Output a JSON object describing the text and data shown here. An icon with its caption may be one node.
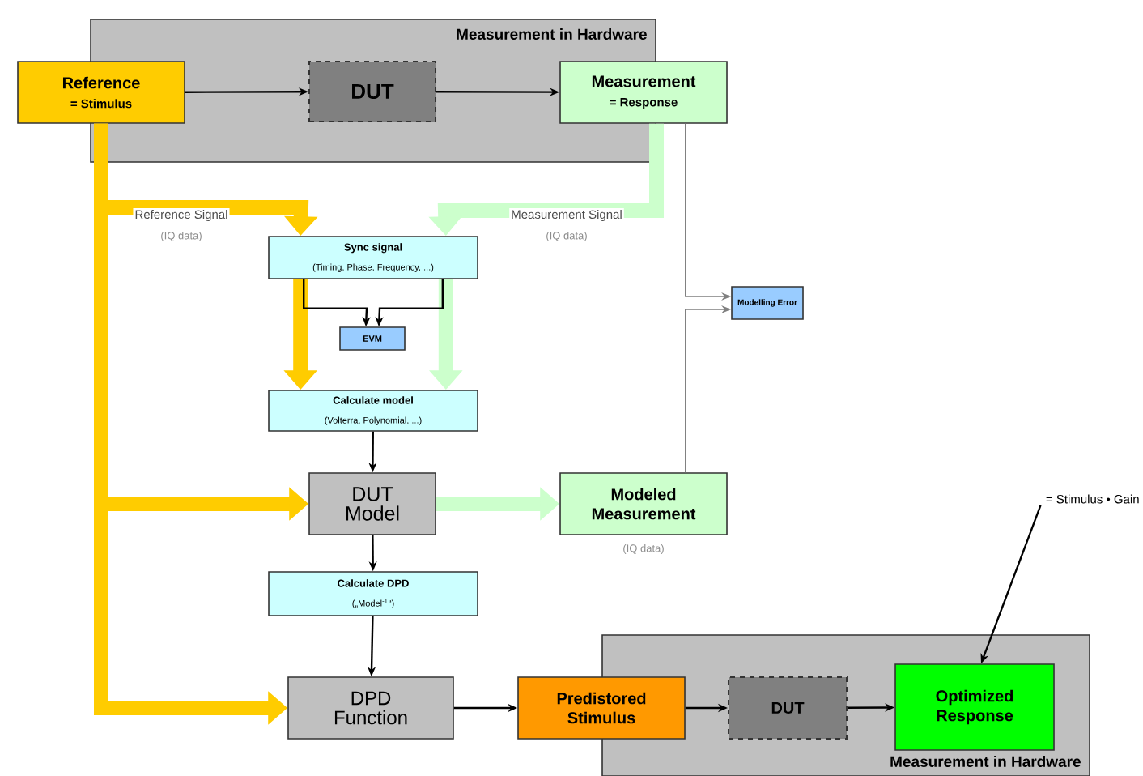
{
  "diagram": {
    "nodes": [
      {
        "text": [
          "Measurement in Hardware"
        ]
      },
      {
        "text": [
          "Reference",
          "= Stimulus"
        ]
      },
      {
        "text": [
          "DUT"
        ],
        "in": 0
      },
      {
        "text": [
          "Measurement",
          "= Response"
        ]
      },
      {
        "text": [
          "Sync signal",
          "(Timing, Phase, Frequency, ...)"
        ]
      },
      {
        "text": [
          "EVM"
        ]
      },
      {
        "text": [
          "Modelling Error"
        ]
      },
      {
        "text": [
          "Calculate model",
          "(Volterra, Polynomial, ...)"
        ]
      },
      {
        "text": [
          "DUT Model"
        ]
      },
      {
        "text": [
          "Modeled Measurement"
        ],
        "beside": [
          "(IQ data)"
        ]
      },
      {
        "text": [
          "Calculate DPD",
          "(„Model$^{-1}$“)"
        ]
      },
      {
        "text": [
          "DPD Function"
        ]
      },
      {
        "text": [
          "Measurement in Hardware"
        ]
      },
      {
        "text": [
          "Predistored Stimulus"
        ]
      },
      {
        "text": [
          "DUT"
        ],
        "in": 12
      },
      {
        "text": [
          "Optimized Response"
        ],
        "in": 12
      },
      {
        "text": [
          "= Stimulus • Gain"
        ]
      }
    ],
    "edges": [
      {
        "from": 1,
        "to": 2,
        "arrow": "to"
      },
      {
        "from": 2,
        "to": 3,
        "arrow": "to"
      },
      {
        "from": 1,
        "to": 4,
        "arrow": "to",
        "style": "thick",
        "color": "#ffcc00",
        "label": "Reference Signal"
      },
      {
        "from": 3,
        "to": 4,
        "arrow": "to",
        "style": "thick",
        "color": "#ccffcc",
        "label": "Measurement Signal"
      },
      {
        "from": 4,
        "to": 5,
        "arrow": "to"
      },
      {
        "from": 4,
        "to": 5,
        "arrow": "to"
      },
      {
        "from": 4,
        "to": 7,
        "arrow": "to",
        "style": "thick",
        "color": "#ffcc00"
      },
      {
        "from": 4,
        "to": 7,
        "arrow": "to",
        "style": "thick",
        "color": "#ccffcc"
      },
      {
        "from": 3,
        "to": 6,
        "arrow": "to",
        "color": "#808080"
      },
      {
        "from": 9,
        "to": 6,
        "arrow": "to",
        "color": "#808080"
      },
      {
        "from": 7,
        "to": 8,
        "arrow": "to"
      },
      {
        "from": 1,
        "to": 8,
        "arrow": "to",
        "style": "thick",
        "color": "#ffcc00"
      },
      {
        "from": 8,
        "to": 9,
        "arrow": "to",
        "style": "thick",
        "color": "#ccffcc"
      },
      {
        "from": 8,
        "to": 10,
        "arrow": "to"
      },
      {
        "from": 1,
        "to": 11,
        "arrow": "to",
        "style": "thick",
        "color": "#ffcc00"
      },
      {
        "from": 10,
        "to": 11,
        "arrow": "to"
      },
      {
        "from": 11,
        "to": 13,
        "arrow": "to"
      },
      {
        "from": 13,
        "to": 14,
        "arrow": "to"
      },
      {
        "from": 14,
        "to": 15,
        "arrow": "to"
      },
      {
        "from": 16,
        "to": 15,
        "arrow": "to"
      }
    ],
    "labels": [
      "(IQ data)",
      "(IQ data)"
    ]
  }
}
